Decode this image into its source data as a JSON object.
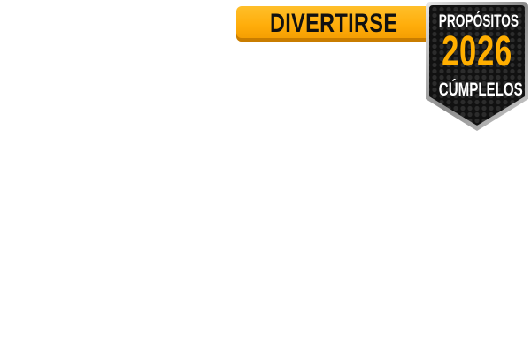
{
  "banner": {
    "label": "DIVERTIRSE",
    "color": "#ffad0a"
  },
  "badge": {
    "top_text": "PROPÓSITOS",
    "year": "2026",
    "bottom_text": "CÚMPLELOS",
    "year_color": "#ffae00",
    "background_color": "#1a1a1a",
    "border_color": "#b8b8b8"
  }
}
